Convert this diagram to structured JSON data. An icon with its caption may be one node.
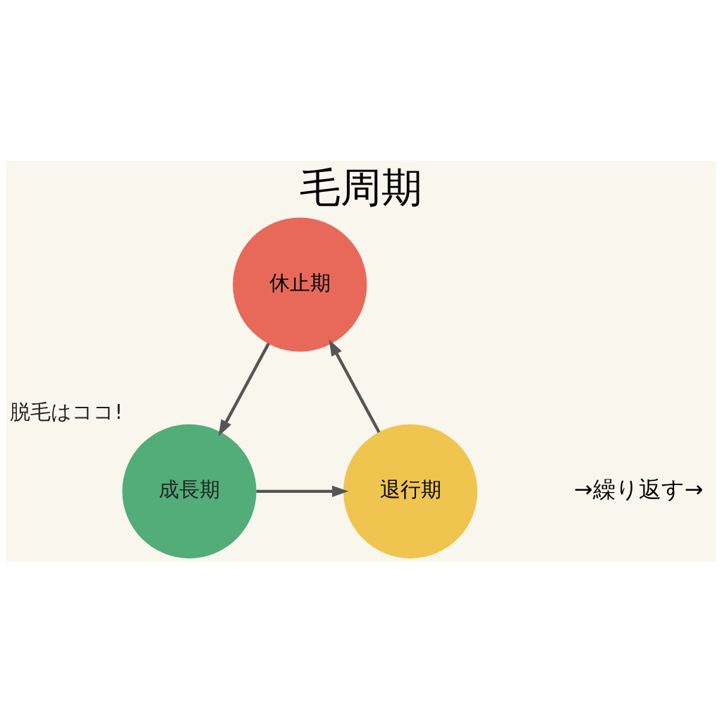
{
  "diagram": {
    "title": "毛周期",
    "nodes": [
      {
        "text": [
          "休止期"
        ]
      },
      {
        "text": [
          "成長期"
        ],
        "beside": [
          "脱毛はココ!"
        ]
      },
      {
        "text": [
          "退行期"
        ]
      }
    ],
    "edges": [
      {
        "from": 0,
        "to": 1,
        "arrow": "to"
      },
      {
        "from": 1,
        "to": 2,
        "arrow": "to"
      },
      {
        "from": 2,
        "to": 0,
        "arrow": "to"
      }
    ],
    "labels": [
      "→繰り返す→"
    ]
  }
}
